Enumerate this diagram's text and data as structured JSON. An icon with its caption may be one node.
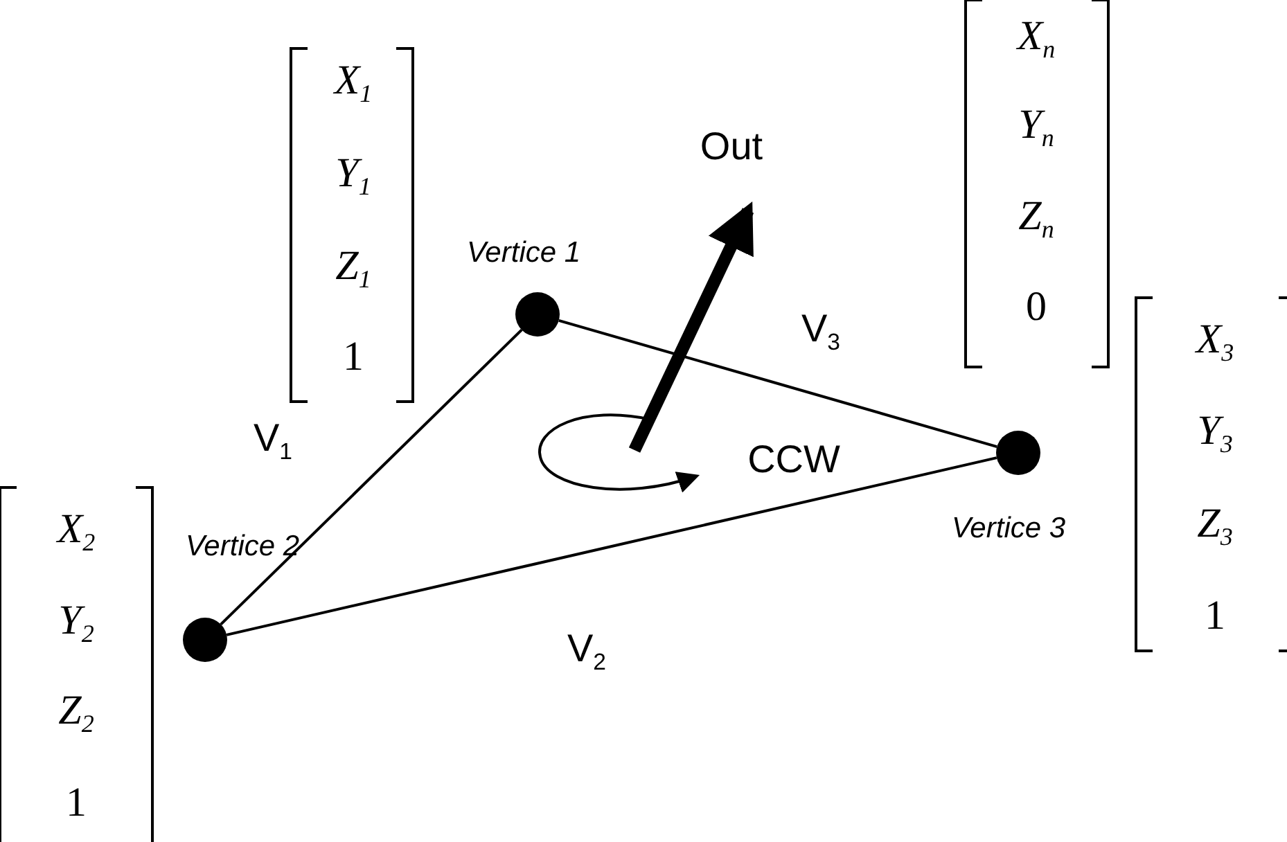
{
  "diagram": {
    "nodes": [
      {
        "text": [],
        "shape": "circle",
        "beside": [
          "Vertice 2"
        ]
      },
      {
        "text": [],
        "shape": "circle",
        "beside": [
          "Vertice 1"
        ]
      },
      {
        "text": [],
        "shape": "circle",
        "beside": [
          "Vertice 3"
        ]
      }
    ],
    "edges": [
      {
        "from": 0,
        "to": 1,
        "arrow": "none",
        "label": "V$_{1}$"
      },
      {
        "from": 0,
        "to": 2,
        "arrow": "none",
        "label": "V$_{2}$"
      },
      {
        "from": 1,
        "to": 2,
        "arrow": "none",
        "label": "V$_{3}$"
      }
    ],
    "labels": [
      "X$_{1}$",
      "Y$_{1}$",
      "Z$_{1}$",
      "1",
      "X$_{n}$",
      "Y$_{n}$",
      "Z$_{n}$",
      "0",
      "Out",
      "X$_{3}$",
      "Y$_{3}$",
      "Z$_{3}$",
      "1",
      "CCW",
      "X$_{2}$",
      "Y$_{2}$",
      "Z$_{2}$",
      "1"
    ]
  }
}
